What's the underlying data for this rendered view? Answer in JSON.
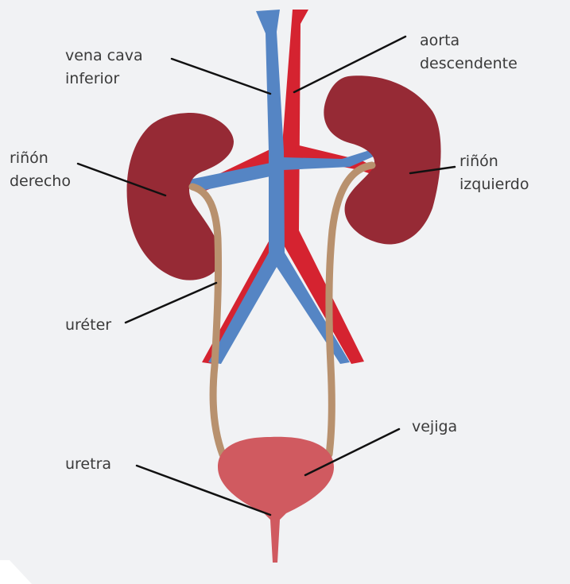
{
  "labels": {
    "vena_cava": [
      "vena cava",
      "inferior"
    ],
    "aorta": [
      "aorta",
      "descendente"
    ],
    "rinon_derecho": [
      "riñón",
      "derecho"
    ],
    "rinon_izquierdo": [
      "riñón",
      "izquierdo"
    ],
    "ureter": "uréter",
    "vejiga": "vejiga",
    "uretra": "uretra"
  },
  "colors": {
    "background": "#f1f2f4",
    "kidney": "#962a35",
    "aorta": "#d52330",
    "vena_cava": "#5585c4",
    "ureter": "#b8916e",
    "bladder": "#d05a60",
    "label_text": "#3a3a3a",
    "leader_line": "#111111"
  }
}
